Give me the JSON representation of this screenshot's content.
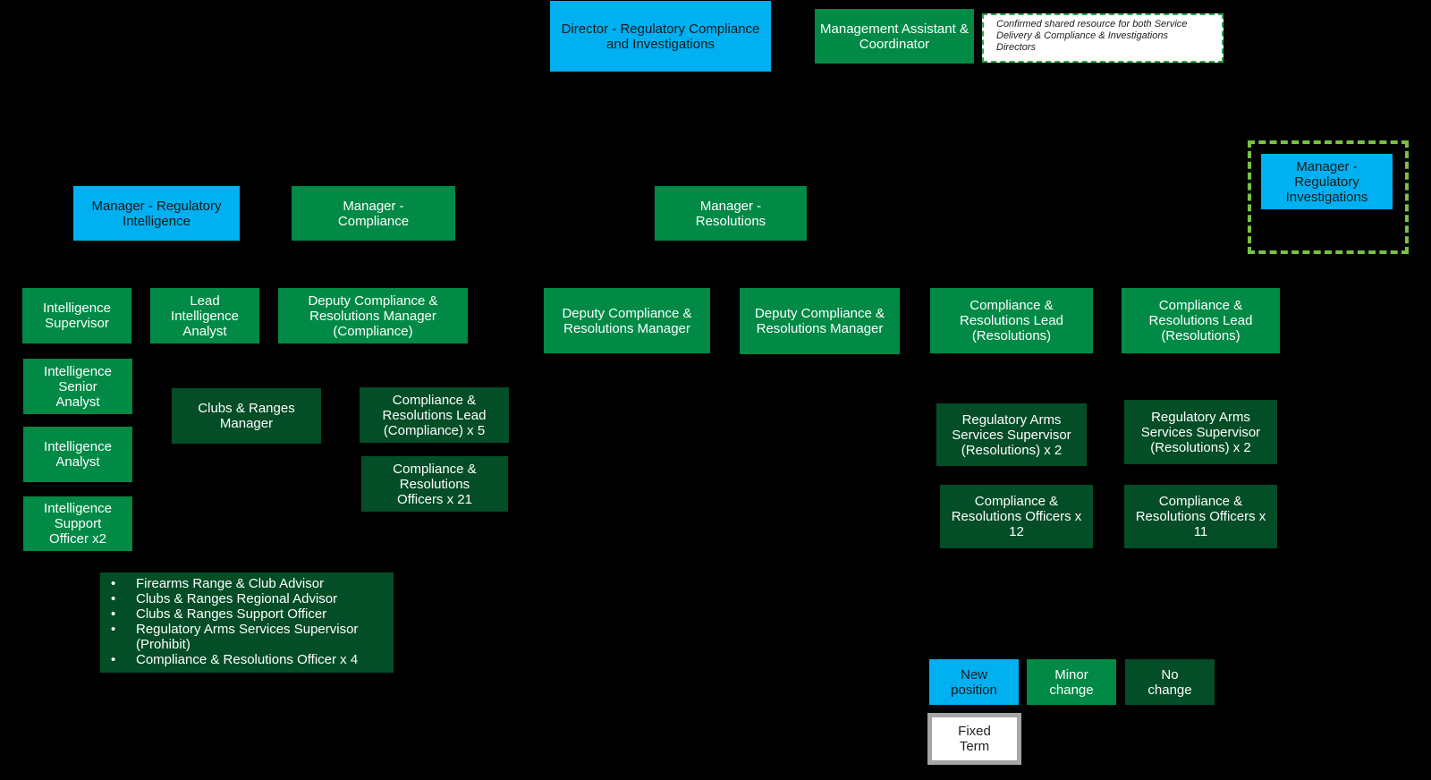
{
  "director": "Director - Regulatory Compliance and Investigations",
  "assistant": "Management Assistant & Coordinator",
  "shared_note": "Confirmed shared resource for both Service Delivery & Compliance & Investigations Directors",
  "managers": {
    "intelligence": "Manager - Regulatory Intelligence",
    "compliance": "Manager - Compliance",
    "resolutions": "Manager - Resolutions",
    "investigations": "Manager - Regulatory Investigations"
  },
  "intelligence_team": {
    "supervisor": "Intelligence Supervisor",
    "senior_analyst": "Intelligence Senior Analyst",
    "analyst": "Intelligence Analyst",
    "support_officer": "Intelligence Support Officer x2",
    "lead_analyst": "Lead Intelligence Analyst",
    "clubs_manager": "Clubs & Ranges Manager"
  },
  "clubs_list": [
    "Firearms Range & Club Advisor",
    "Clubs & Ranges Regional Advisor",
    "Clubs & Ranges Support Officer",
    "Regulatory Arms Services Supervisor (Prohibit)",
    "Compliance & Resolutions Officer x 4"
  ],
  "compliance_team": {
    "deputy": "Deputy Compliance & Resolutions Manager (Compliance)",
    "lead": "Compliance & Resolutions Lead (Compliance) x 5",
    "officers": "Compliance & Resolutions Officers x 21"
  },
  "resolutions_team": {
    "deputy_1": "Deputy Compliance & Resolutions Manager",
    "deputy_2": "Deputy Compliance & Resolutions Manager",
    "lead_1": "Compliance & Resolutions Lead (Resolutions)",
    "lead_2": "Compliance & Resolutions Lead (Resolutions)",
    "supervisor_1": "Regulatory Arms Services Supervisor (Resolutions) x 2",
    "supervisor_2": "Regulatory Arms Services Supervisor (Resolutions) x 2",
    "officers_1": "Compliance & Resolutions Officers x 12",
    "officers_2": "Compliance & Resolutions Officers x 11"
  },
  "legend": {
    "new": "New position",
    "minor": "Minor change",
    "nochange": "No change",
    "fixed": "Fixed Term"
  },
  "colors": {
    "new_position": "#00b0f0",
    "minor_change": "#008a46",
    "no_change": "#034d27",
    "fixed_term_border": "#a6a6a6",
    "dashed_frame": "#7ac143"
  }
}
